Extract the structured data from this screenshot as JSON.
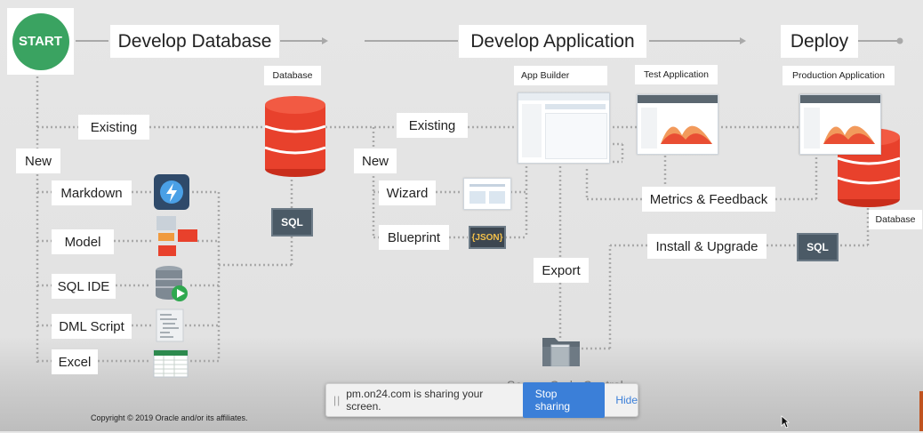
{
  "start_label": "START",
  "stages": {
    "develop_database": "Develop Database",
    "develop_application": "Develop Application",
    "deploy": "Deploy"
  },
  "labels": {
    "database_top": "Database",
    "app_builder": "App Builder",
    "test_application": "Test Application",
    "production_application": "Production Application",
    "database_bottom": "Database"
  },
  "db_flow": {
    "existing": "Existing",
    "new": "New",
    "sources": [
      "Markdown",
      "Model",
      "SQL IDE",
      "DML Script",
      "Excel"
    ],
    "sql_badge": "SQL"
  },
  "app_flow": {
    "existing": "Existing",
    "new": "New",
    "wizard": "Wizard",
    "blueprint": "Blueprint",
    "json_badge": "{JSON}",
    "export": "Export"
  },
  "deploy_flow": {
    "metrics_feedback": "Metrics & Feedback",
    "install_upgrade": "Install & Upgrade",
    "sql_badge": "SQL"
  },
  "source_code_control": "Source Code Control",
  "share_bar": {
    "grip": "||",
    "message": "pm.on24.com is sharing your screen.",
    "stop_button": "Stop sharing",
    "hide_link": "Hide"
  },
  "copyright": "Copyright © 2019 Oracle and/or its affiliates.",
  "colors": {
    "start_green": "#3aa361",
    "db_red": "#e8412c",
    "sql_badge": "#4b5a66",
    "connector_gray": "#a9a9a9",
    "share_blue": "#3b7fd8"
  },
  "icons": [
    "markdown-icon",
    "model-icon",
    "sql-ide-icon",
    "dml-script-icon",
    "excel-icon",
    "folder-icon",
    "cursor-icon"
  ]
}
